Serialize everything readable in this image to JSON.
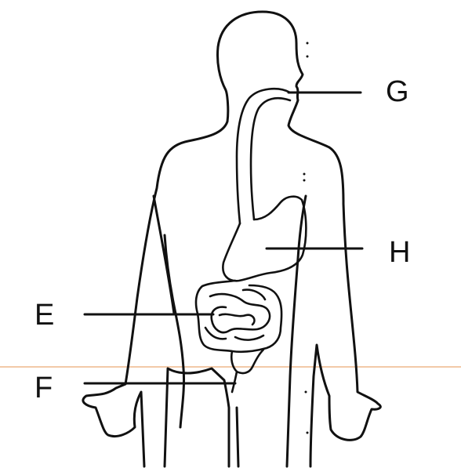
{
  "labels": {
    "g": "G",
    "h": "H",
    "e": "E",
    "f": "F"
  },
  "colors": {
    "line": "#111111",
    "background": "#ffffff",
    "scan_line": "#f2c9a8"
  }
}
